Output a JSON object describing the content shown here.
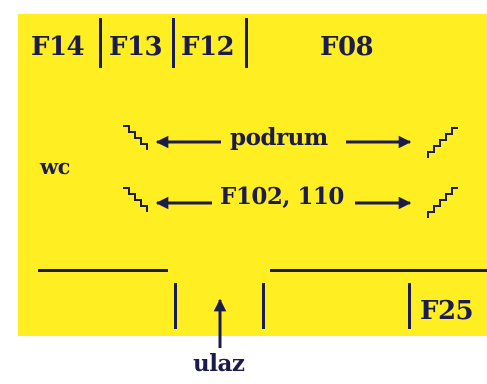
{
  "colors": {
    "floor": "#ffee22",
    "ink": "#1c1c4a",
    "background": "#ffffff"
  },
  "rooms": {
    "top": [
      "F14",
      "F13",
      "F12",
      "F08"
    ],
    "bottom_right": "F25",
    "left": "wc"
  },
  "directions": {
    "row1": "podrum",
    "row2": "F102, 110"
  },
  "entrance": "ulaz",
  "icons": [
    "stairs-down-icon",
    "stairs-up-icon",
    "arrow-left-icon",
    "arrow-right-icon",
    "arrow-up-icon"
  ]
}
